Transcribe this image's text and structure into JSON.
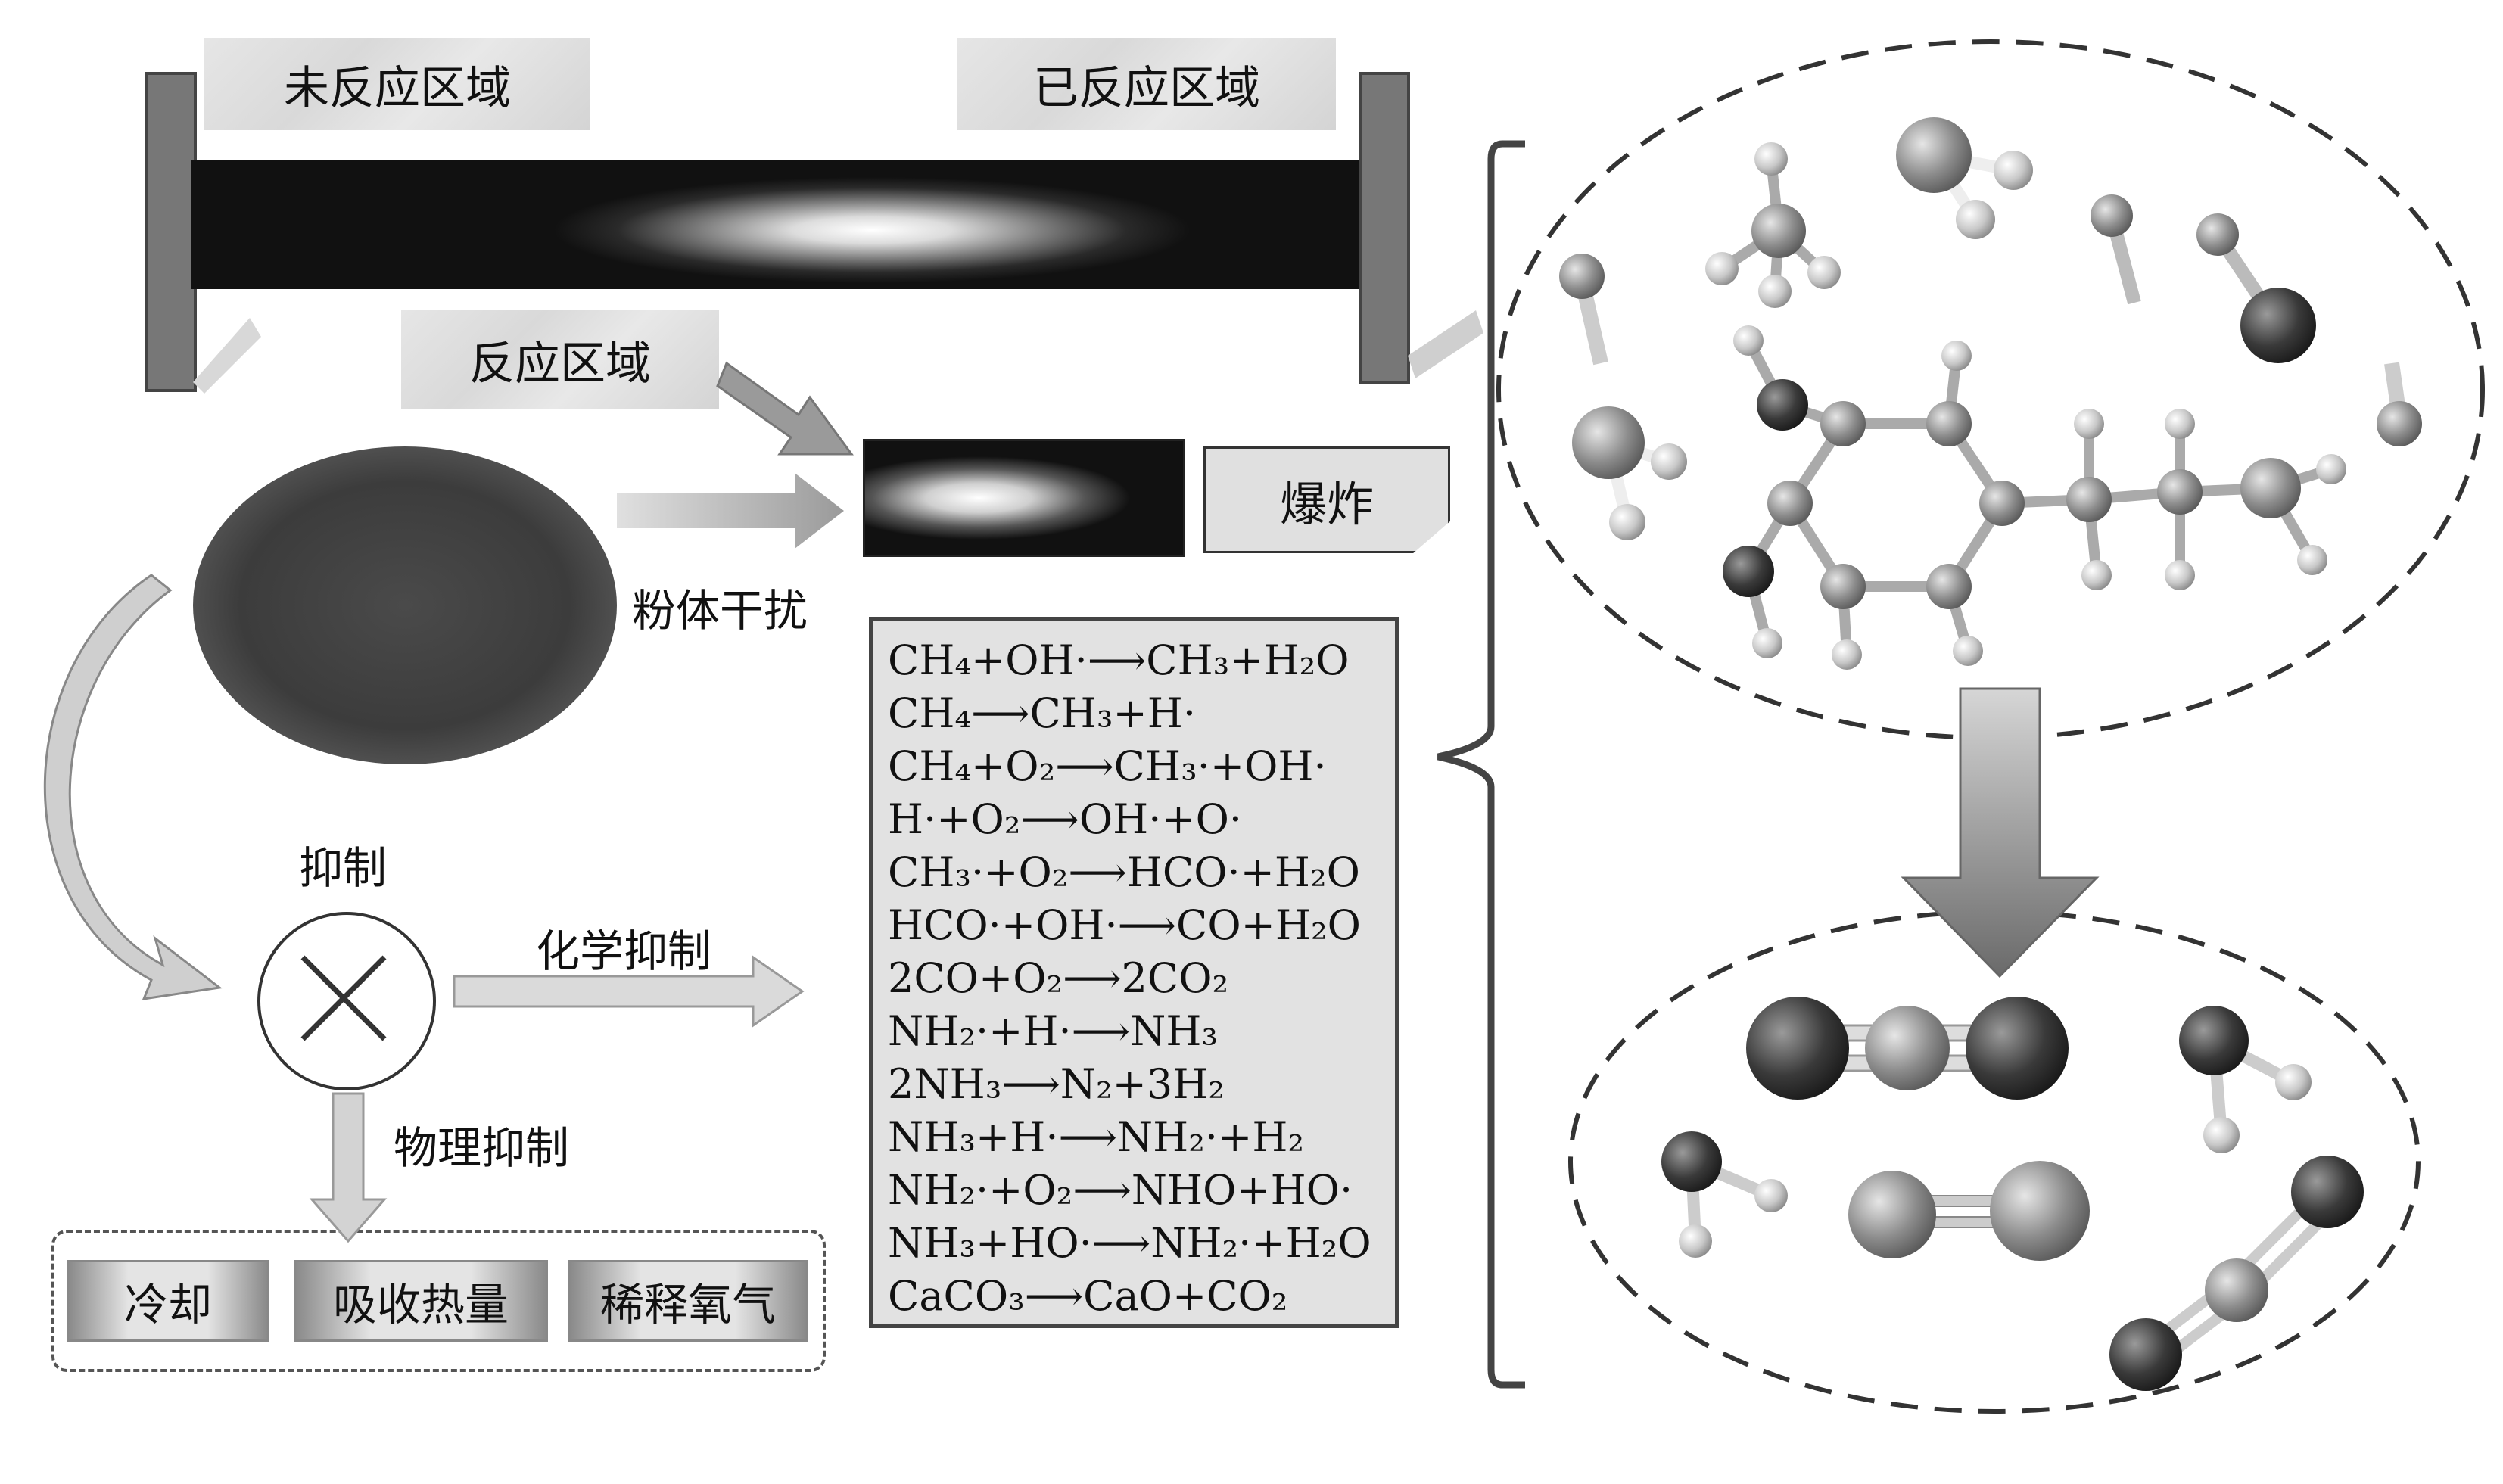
{
  "tube": {
    "unreacted_label": "未反应区域",
    "reacted_label": "已反应区域",
    "reaction_label": "反应区域"
  },
  "explosion_label": "爆炸",
  "powder_label": "粉体干扰",
  "suppress_label": "抑制",
  "chemical_label": "化学抑制",
  "physical_label": "物理抑制",
  "physical_options": [
    "冷却",
    "吸收热量",
    "稀释氧气"
  ],
  "reactions": [
    {
      "lhs": "CH₄+OH·",
      "rhs": "CH₃+H₂O"
    },
    {
      "lhs": "CH₄",
      "rhs": "CH₃+H·"
    },
    {
      "lhs": "CH₄+O₂",
      "rhs": "CH₃·+OH·"
    },
    {
      "lhs": "H·+O₂",
      "rhs": "OH·+O·"
    },
    {
      "lhs": "CH₃·+O₂",
      "rhs": "HCO·+H₂O"
    },
    {
      "lhs": "HCO·+OH·",
      "rhs": "CO+H₂O"
    },
    {
      "lhs": "2CO+O₂",
      "rhs": "2CO₂"
    },
    {
      "lhs": "NH₂·+H·",
      "rhs": "NH₃"
    },
    {
      "lhs": "2NH₃",
      "rhs": "N₂+3H₂"
    },
    {
      "lhs": "NH₃+H·",
      "rhs": "NH₂·+H₂"
    },
    {
      "lhs": "NH₂·+O₂",
      "rhs": "NHO+HO·"
    },
    {
      "lhs": "NH₃+HO·",
      "rhs": "NH₂·+H₂O"
    },
    {
      "lhs": "CaCO₃",
      "rhs": "CaO+CO₂"
    }
  ],
  "colors": {
    "box": "#e3e3e3",
    "border": "#666666",
    "arrow": "#b5b5b5",
    "atom_dark": "#3a3a3a",
    "atom_mid": "#8c8c8c",
    "atom_light": "#c8c8c8"
  }
}
